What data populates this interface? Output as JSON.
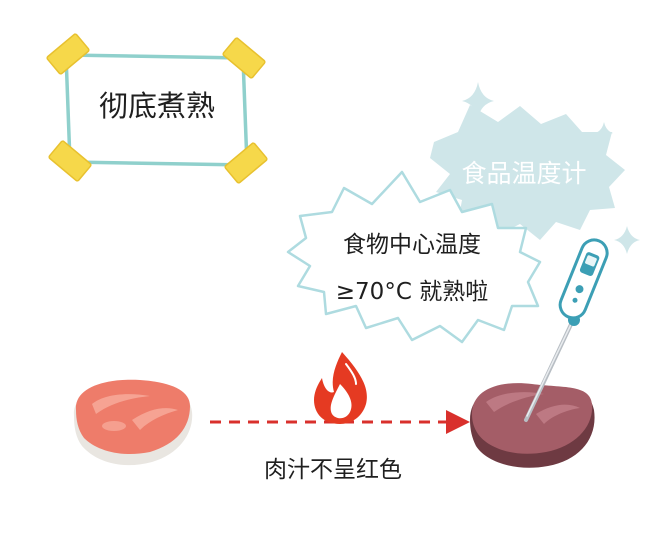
{
  "note_card": {
    "title": "彻底煮熟"
  },
  "thermometer_label": "食品温度计",
  "speech_bubble": {
    "line1": "食物中心温度",
    "line2": "≥70°C 就熟啦"
  },
  "arrow_caption": "肉汁不呈红色",
  "colors": {
    "tape": "#f6d84a",
    "card_border": "#8fd0cc",
    "bubble_fill": "#cfe6e9",
    "raw_meat": "#ee7c6a",
    "cooked_meat": "#8e4a57",
    "arrow": "#d9302c",
    "flame": "#e53a22"
  },
  "icons": [
    "flame-icon",
    "thermometer-icon",
    "raw-steak-icon",
    "cooked-steak-icon",
    "sparkle-icon"
  ]
}
